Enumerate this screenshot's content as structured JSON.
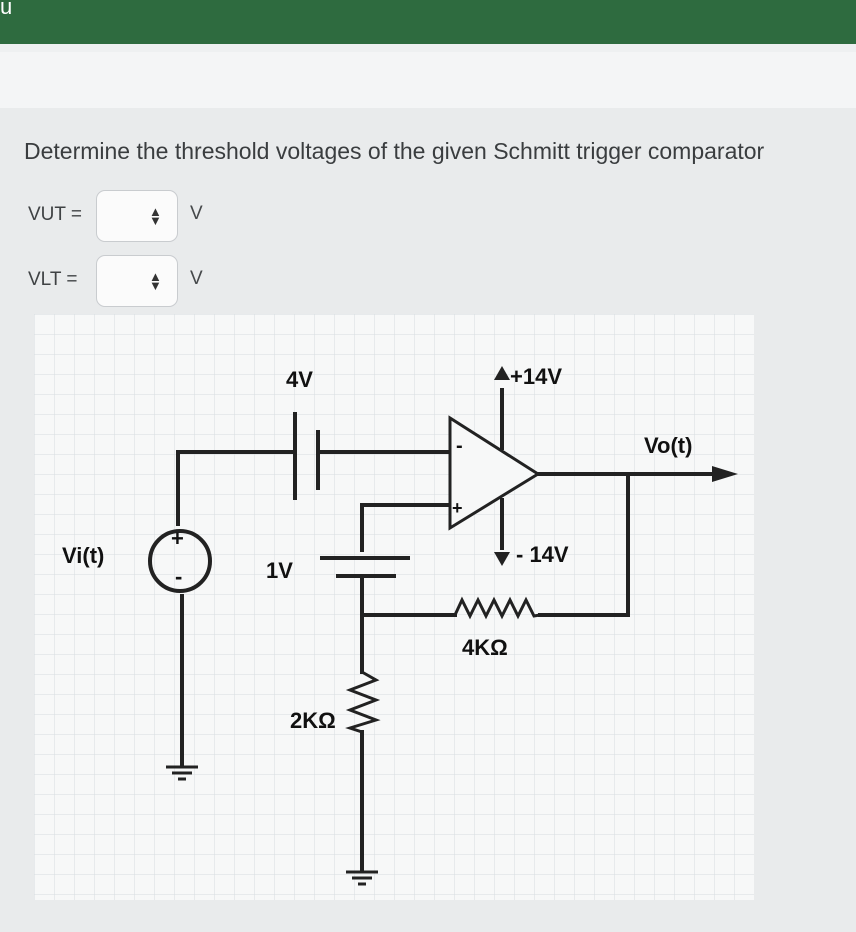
{
  "header": {
    "fragment_text": "u"
  },
  "question": {
    "text": "Determine the threshold voltages of the given Schmitt trigger comparator"
  },
  "answers": [
    {
      "label": "VUT =",
      "value": "",
      "unit": "V"
    },
    {
      "label": "VLT =",
      "value": "",
      "unit": "V"
    }
  ],
  "circuit": {
    "labels": {
      "cap_voltage": "4V",
      "pos_supply": "+14V",
      "output": "Vo(t)",
      "input": "Vi(t)",
      "ref_battery": "1V",
      "neg_supply": "- 14V",
      "feedback_resistor": "4KΩ",
      "ground_resistor": "2KΩ",
      "inv_sign": "-",
      "noninv_sign": "+",
      "source_plus": "+",
      "source_minus": "-"
    }
  },
  "colors": {
    "header_bar": "#2e6b3f",
    "grid": "#d7dde0"
  }
}
